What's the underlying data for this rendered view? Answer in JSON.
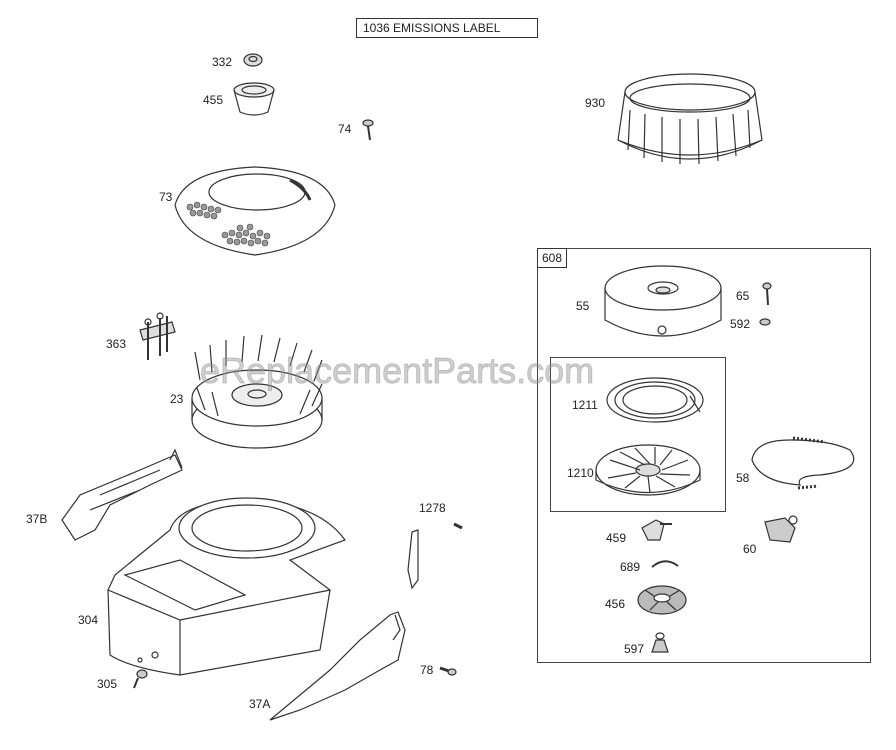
{
  "emissions_label": "1036 EMISSIONS LABEL",
  "group_label": "608",
  "watermark": "eReplacementParts.com",
  "parts": {
    "p332": "332",
    "p455": "455",
    "p74": "74",
    "p930": "930",
    "p73": "73",
    "p363": "363",
    "p23": "23",
    "p37B": "37B",
    "p304": "304",
    "p305": "305",
    "p37A": "37A",
    "p1278": "1278",
    "p78": "78",
    "p55": "55",
    "p65": "65",
    "p592": "592",
    "p1211": "1211",
    "p1210": "1210",
    "p58": "58",
    "p459": "459",
    "p60": "60",
    "p689": "689",
    "p456": "456",
    "p597": "597"
  }
}
